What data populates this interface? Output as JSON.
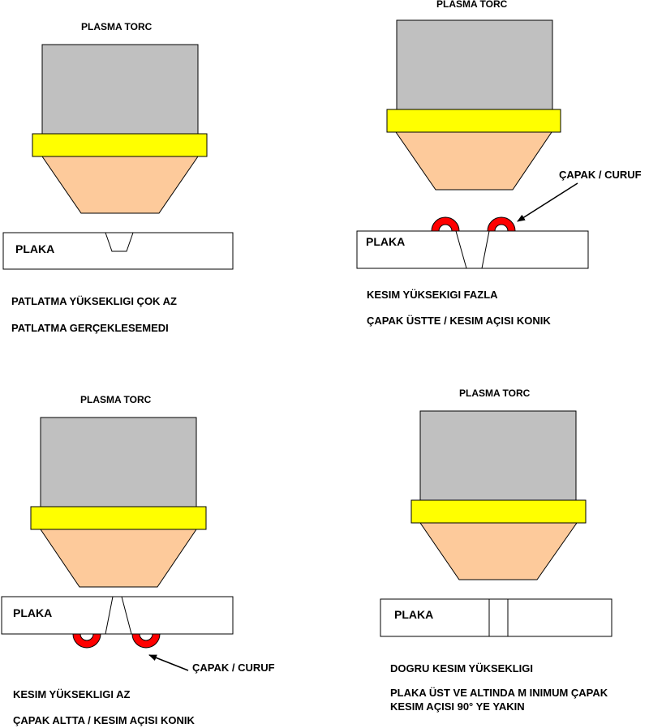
{
  "colors": {
    "torch_body": "#c0c0c0",
    "torch_collar": "#ffff00",
    "torch_nozzle": "#fdca9b",
    "dross": "#ff0000",
    "outline": "#000000",
    "plate": "#ffffff"
  },
  "panels": {
    "top_left": {
      "torch_label": "PLASMA TORC",
      "plate_label": "PLAKA",
      "caption_1": "PATLATMA YÜKSEKLIGI ÇOK AZ",
      "caption_2": "PATLATMA GERÇEKLESEMEDI"
    },
    "top_right": {
      "torch_label": "PLASMA TORC",
      "plate_label": "PLAKA",
      "dross_label": "ÇAPAK / CURUF",
      "caption_1": "KESIM YÜKSEKIGI FAZLA",
      "caption_2": "ÇAPAK ÜSTTE / KESIM AÇISI KONIK"
    },
    "bottom_left": {
      "torch_label": "PLASMA TORC",
      "plate_label": "PLAKA",
      "dross_label": "ÇAPAK / CURUF",
      "caption_1": "KESIM YÜKSEKLIGI AZ",
      "caption_2": "ÇAPAK ALTTA /  KESIM AÇISI KONIK"
    },
    "bottom_right": {
      "torch_label": "PLASMA TORC",
      "plate_label": "PLAKA",
      "caption_1": "DOGRU KESIM YÜKSEKLIGI",
      "caption_2": "PLAKA ÜST VE ALTINDA M INIMUM ÇAPAK",
      "caption_3": "KESIM AÇISI 90° YE YAKIN"
    }
  }
}
